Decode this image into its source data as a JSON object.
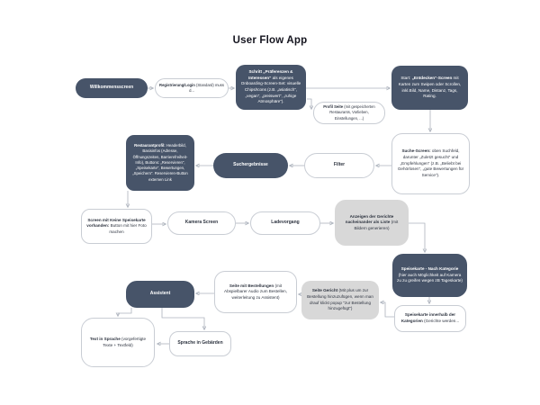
{
  "title": "User Flow App",
  "colors": {
    "dark_node": "#475469",
    "gray_node": "#d8d8d8",
    "light_node_border": "#c9cdd4",
    "connector": "#adb3bd",
    "background": "#ffffff"
  },
  "nodes": {
    "willkommen": {
      "bold": "Willkommensscreen"
    },
    "registrierung": {
      "bold": "Registrierung/Login",
      "rest": " (Standard) muss d..."
    },
    "praeferenzen": {
      "bold": "Schritt „Präferenzen & Interessen“",
      "rest": " als eigenes Onboarding-Screen-Set: visuelle Chips/Icons (z.B. „asiatisch“, „vegan“, „preiswert“, „ruhige Atmosphäre“)."
    },
    "entdecken": {
      "pre": "Start: ",
      "bold": "„Entdecken“-Screen",
      "rest": " mit Karten zum Swipen oder Scrollen, inkl.Bild, Name, Distanz, Tags, Rating."
    },
    "profil": {
      "bold": "Profil Seite",
      "rest": " (mit gespeicherten Restaurants, Vorlieben, Einstellungen, ...)"
    },
    "restaurantprofil": {
      "bold": "Restaurantprofil:",
      "rest": " Headerbild, Basisinfos (Adresse, Öffnungszeiten, Barrierefreiheit-Info), Buttons: „Reservieren“, „Speisekarte“, Bewertungen, „Speichern“. Reservieren-Button externen Link"
    },
    "suchergebnisse": {
      "bold": "Suchergebnisse"
    },
    "filter": {
      "bold": "Filter"
    },
    "suche_screen": {
      "bold": "Suche-Screen:",
      "rest": " oben Suchfeld, darunter „Zuletzt gesucht“ und „Empfehlungen“ (z.B. „Beliebt bei Gehörlosen“, „gute Bewertungen für Service“)."
    },
    "keine_speisekarte": {
      "bold": "Screen mit Keine Speisekarte vorhanden:",
      "rest": " Button mit hier Foto machen"
    },
    "kamera": {
      "bold": "Kamera Screen"
    },
    "ladevorgang": {
      "bold": "Ladevorgang"
    },
    "anzeigen": {
      "bold": "Anzeigen der Gerichte nacheinander als Liste",
      "rest": " (mit Bildern generieren)"
    },
    "speisekarte_kategorie": {
      "bold": "Speisekarte - Nach Kategorie",
      "rest": " (hier auch Möglichkeit auf Kamera zu zu greifen wegen zB Tageskarte)"
    },
    "speisekarte_innerhalb": {
      "bold": "Speisekarte innerhalb der",
      "bold2": "Kategorien",
      "rest": " (Gerichte werden..."
    },
    "bestellungen": {
      "bold": "Seite mit Bestellungen",
      "rest": " (mit Abspielbarer Audio zum Bestellen, weiterleitung zu Assistent)"
    },
    "seite_gericht": {
      "bold": "Seite Gericht",
      "rest": " (Mit plus um zur Bestellung hinzuzufügen, wenn man drauf klickt popup \"zur Bestellung hinzugefügt\")"
    },
    "assistent": {
      "bold": "Assistent"
    },
    "text_in_sprache": {
      "bold": "Text in Sprache",
      "rest": " (vorgefertigte Texte + Textfeld)"
    },
    "sprache_gebaerden": {
      "bold": "Sprache in Gebärden"
    }
  }
}
